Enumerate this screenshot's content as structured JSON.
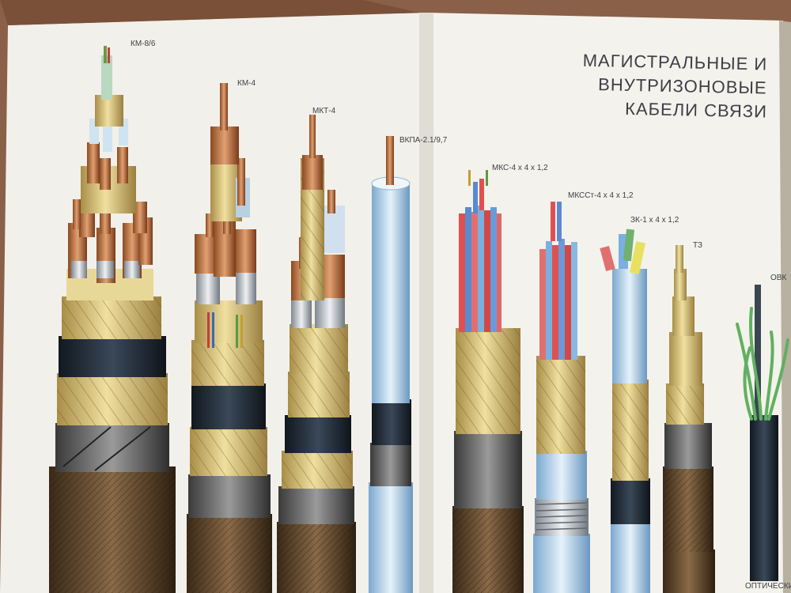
{
  "title": {
    "line1": "МАГИСТРАЛЬНЫЕ  И ВНУТРИЗОНОВЫЕ",
    "line2": "КАБЕЛИ СВЯЗИ"
  },
  "cables": [
    {
      "label": "КМ-8/6"
    },
    {
      "label": "КМ-4"
    },
    {
      "label": "МКТ-4"
    },
    {
      "label": "ВКПА-2.1/9,7"
    },
    {
      "label": "МКС-4 х 4 х 1,2"
    },
    {
      "label": "МКССт-4 х 4 х 1,2"
    },
    {
      "label": "ЗК-1 х 4 х 1,2"
    },
    {
      "label": "ТЗ"
    },
    {
      "label": "ОВК"
    }
  ],
  "footer": "ОПТИЧЕСКИЕ"
}
